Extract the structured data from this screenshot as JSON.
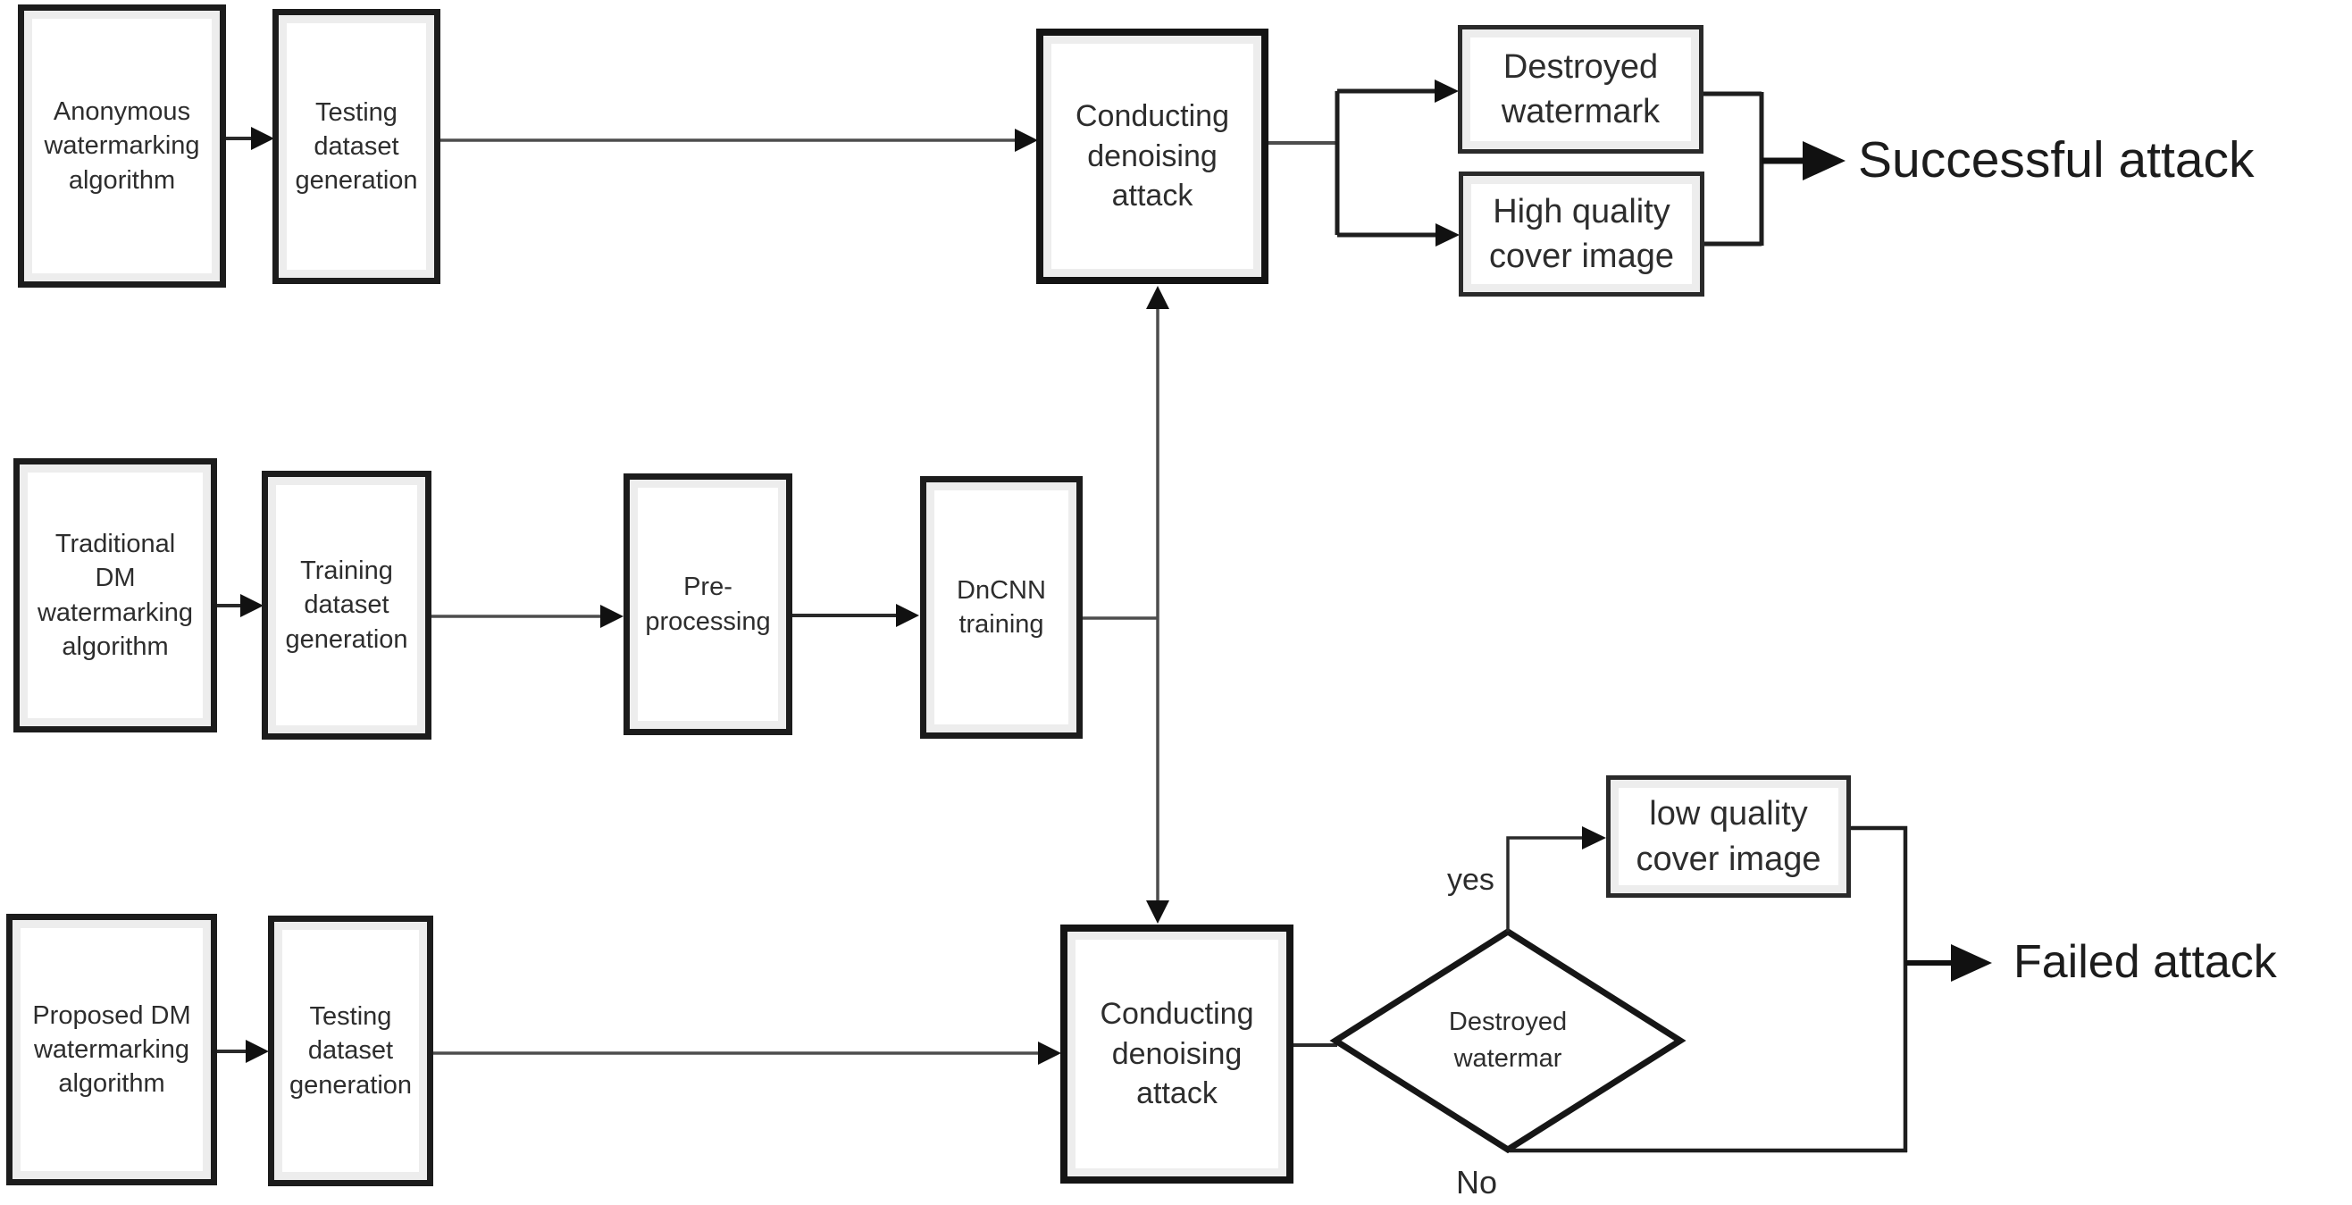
{
  "diagram": {
    "nodes": {
      "anonymous": {
        "label": "Anonymous\nwatermarking\nalgorithm"
      },
      "testing_top": {
        "label": "Testing\ndataset\ngeneration"
      },
      "conducting_top": {
        "label": "Conducting\ndenoising\nattack"
      },
      "destroyed_watermark": {
        "label": "Destroyed\nwatermark"
      },
      "high_quality": {
        "label": "High quality\ncover image"
      },
      "traditional": {
        "label": "Traditional\nDM\nwatermarking\nalgorithm"
      },
      "training": {
        "label": "Training\ndataset\ngeneration"
      },
      "preprocessing": {
        "label": "Pre-\nprocessing"
      },
      "dncnn": {
        "label": "DnCNN\ntraining"
      },
      "proposed": {
        "label": "Proposed DM\nwatermarking\nalgorithm"
      },
      "testing_bottom": {
        "label": "Testing\ndataset\ngeneration"
      },
      "conducting_bottom": {
        "label": "Conducting\ndenoising\nattack"
      },
      "low_quality": {
        "label": "low quality\ncover image"
      },
      "decision": {
        "label": "Destroyed\nwatermar"
      }
    },
    "edge_labels": {
      "yes": "yes",
      "no": "No"
    },
    "outcomes": {
      "successful": "Successful attack",
      "failed": "Failed attack"
    },
    "colors": {
      "background": "#ffffff",
      "box_border": "#1c1c1c",
      "line_thin": "#4d4d4d",
      "line_dark": "#1e1e1e",
      "arrowhead": "#111111",
      "text": "#2d2d2d"
    }
  }
}
